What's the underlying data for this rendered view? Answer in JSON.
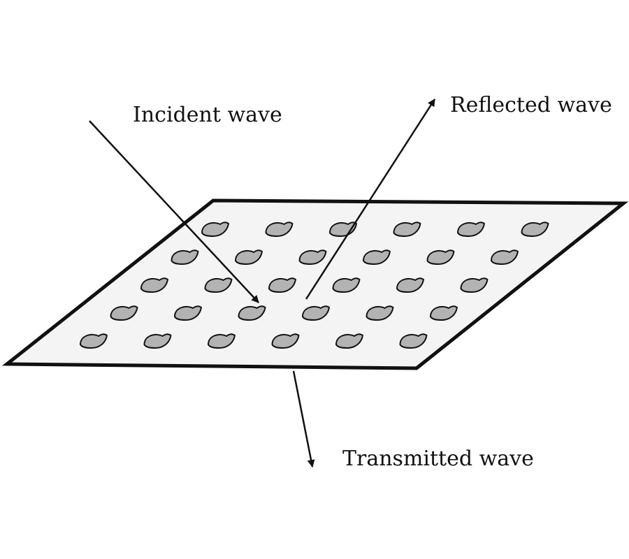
{
  "labels": {
    "incident": "Incident wave",
    "reflected": "Reflected wave",
    "transmitted": "Transmitted wave"
  },
  "colors": {
    "ink": "#111111",
    "panel": "#f4f4f4",
    "inclusion": "#b3b3b3",
    "background": "#ffffff"
  },
  "surface": {
    "rows": 5,
    "columns": 6,
    "inclusion_shape": "crescent-inclusion"
  }
}
